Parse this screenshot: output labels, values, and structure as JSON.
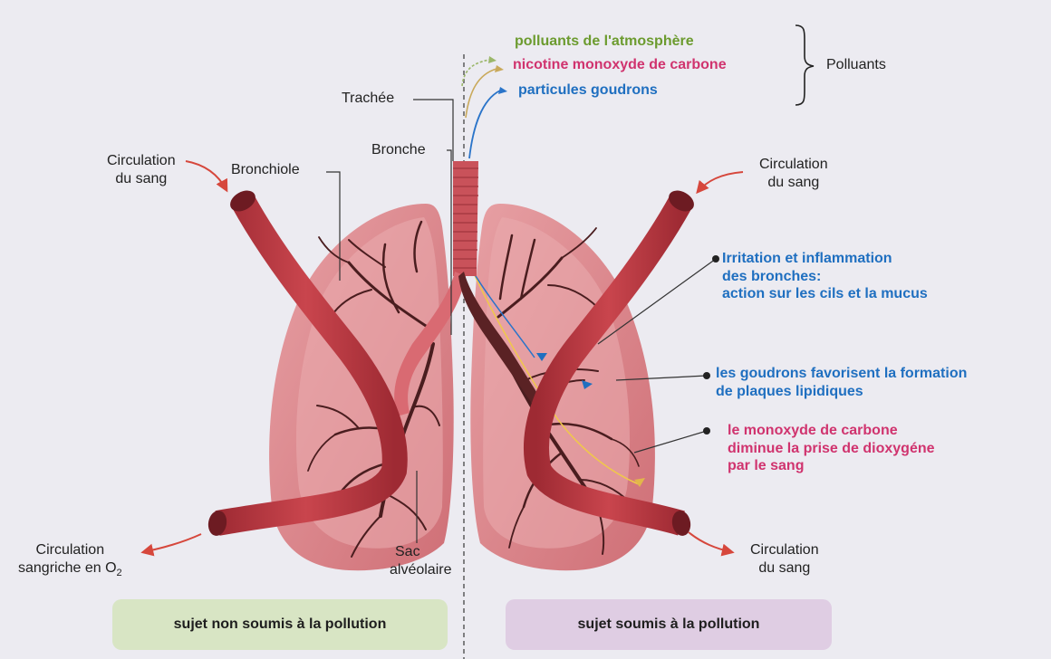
{
  "pollutants": {
    "atmosphere": "polluants de l'atmosphère",
    "nicotine": "nicotine monoxyde de carbone",
    "particles": "particules goudrons",
    "group_label": "Polluants"
  },
  "anatomy": {
    "trachea": "Trachée",
    "bronchus": "Bronche",
    "bronchiole": "Bronchiole",
    "alveolar_sac_line1": "Sac",
    "alveolar_sac_line2": "alvéolaire"
  },
  "circulation": {
    "top_left_line1": "Circulation",
    "top_left_line2": "du sang",
    "top_right_line1": "Circulation",
    "top_right_line2": "du sang",
    "bottom_left_line1": "Circulation",
    "bottom_left_line2": "sangriche en O",
    "bottom_left_sub": "2",
    "bottom_right_line1": "Circulation",
    "bottom_right_line2": "du sang"
  },
  "effects": {
    "irritation_line1": "Irritation et inflammation",
    "irritation_line2": "des bronches:",
    "irritation_line3": "action sur les cils et la mucus",
    "tars_line1": "les goudrons favorisent la formation",
    "tars_line2": "de plaques lipidiques",
    "co_line1": "le monoxyde de carbone",
    "co_line2": "diminue la prise de dioxygéne",
    "co_line3": "par le sang"
  },
  "captions": {
    "left": "sujet non soumis à la pollution",
    "right": "sujet soumis à la pollution"
  },
  "colors": {
    "lung_fill": "#d9848a",
    "lung_inner": "#e7a3a6",
    "vessel": "#b8363f",
    "branch": "#4a1d1f",
    "left_banner": "#d8e5c4",
    "right_banner": "#dfcde3",
    "arrow": "#d6473c"
  }
}
